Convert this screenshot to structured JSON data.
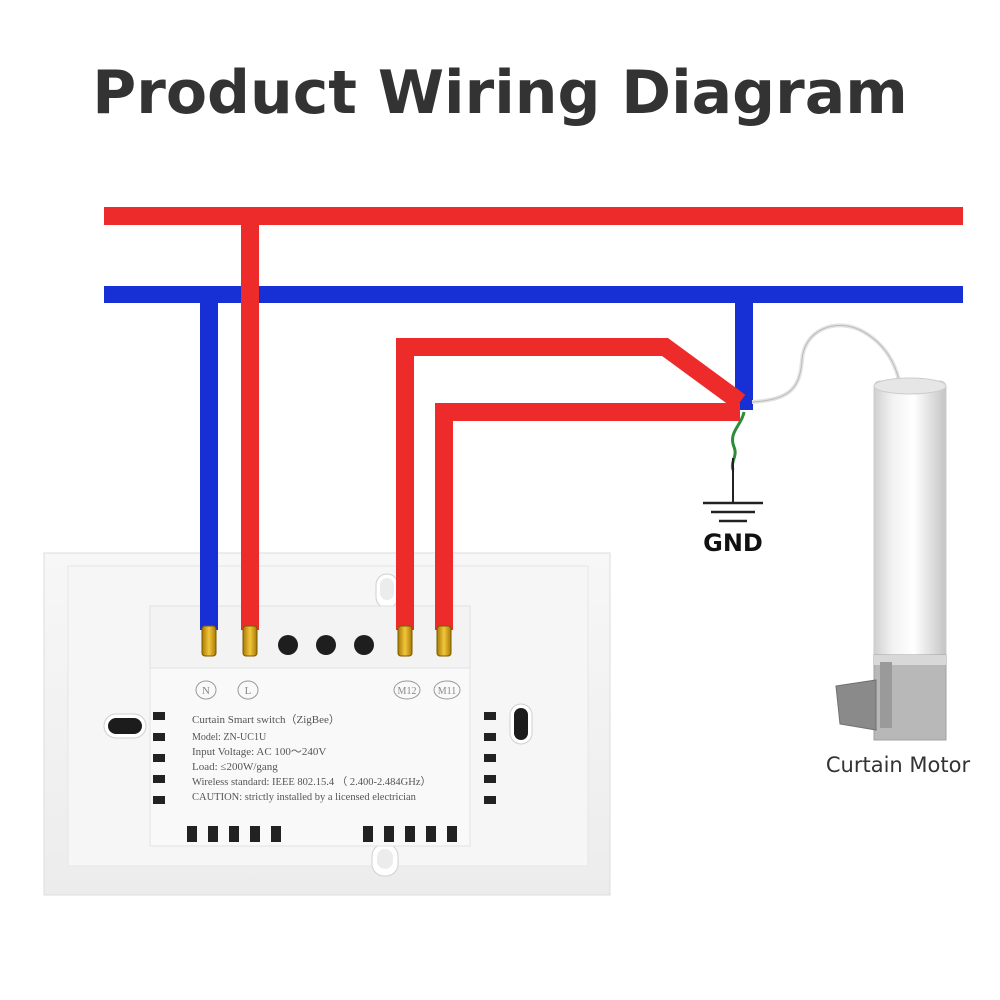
{
  "title": "Product Wiring Diagram",
  "colors": {
    "live_wire": "#ee2b2b",
    "neutral_wire": "#1730d6",
    "ground_wire": "#2e8b3a",
    "motor_cable": "#e0e0e0",
    "switch_plate": "#f4f4f4",
    "switch_body": "#fafafa",
    "terminal_brass": "#d8a300"
  },
  "switch": {
    "terminals": [
      "N",
      "L",
      "M12",
      "M11"
    ],
    "label_lines": [
      "Curtain Smart switch（ZigBee）",
      "Model:  ZN-UC1U",
      "Input Voltage:  AC 100～240V",
      "Load:  ≤200W/gang",
      "Wireless standard:  IEEE 802.15.4    （ 2.400-2.484GHz）",
      "CAUTION:  strictly installed by a licensed electrician"
    ]
  },
  "ground_label": "GND",
  "motor_label": "Curtain Motor"
}
